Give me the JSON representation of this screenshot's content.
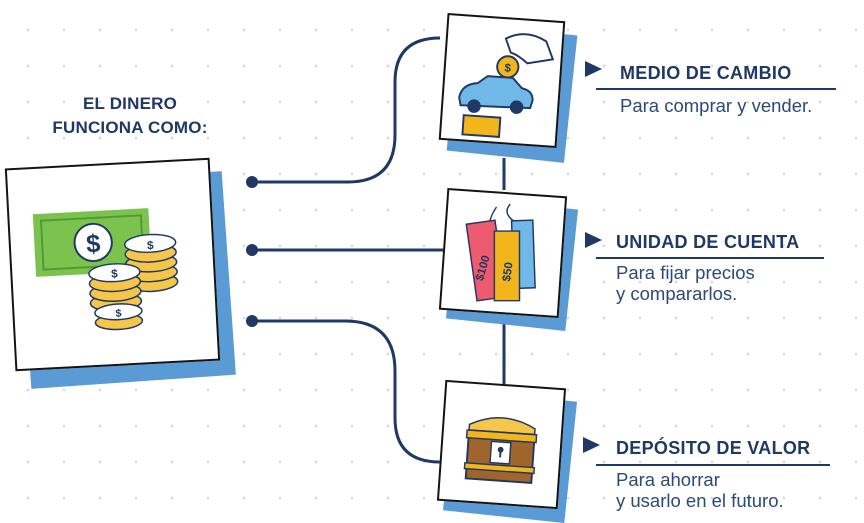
{
  "title": {
    "line1": "EL DINERO",
    "line2": "FUNCIONA COMO:"
  },
  "colors": {
    "navy": "#1f3864",
    "accent_blue": "#5b9bd5",
    "green_bill": "#7bc34e",
    "gold_coin": "#f3b51c",
    "pink_tag": "#ef5b6e",
    "blue_tag": "#6fb8e8"
  },
  "icons": [
    "money-coins-icon",
    "hand-coin-car-icon",
    "price-tags-icon",
    "treasure-chest-icon"
  ],
  "functions": [
    {
      "heading": "MEDIO DE CAMBIO",
      "desc": [
        "Para comprar y vender."
      ],
      "icon": "hand-coin-car-icon"
    },
    {
      "heading": "UNIDAD DE CUENTA",
      "desc": [
        "Para fijar precios",
        "y compararlos."
      ],
      "icon": "price-tags-icon",
      "tags": [
        "$100",
        "$50"
      ]
    },
    {
      "heading": "DEPÓSITO DE VALOR",
      "desc": [
        "Para ahorrar",
        "y usarlo en el futuro."
      ],
      "icon": "treasure-chest-icon"
    }
  ]
}
